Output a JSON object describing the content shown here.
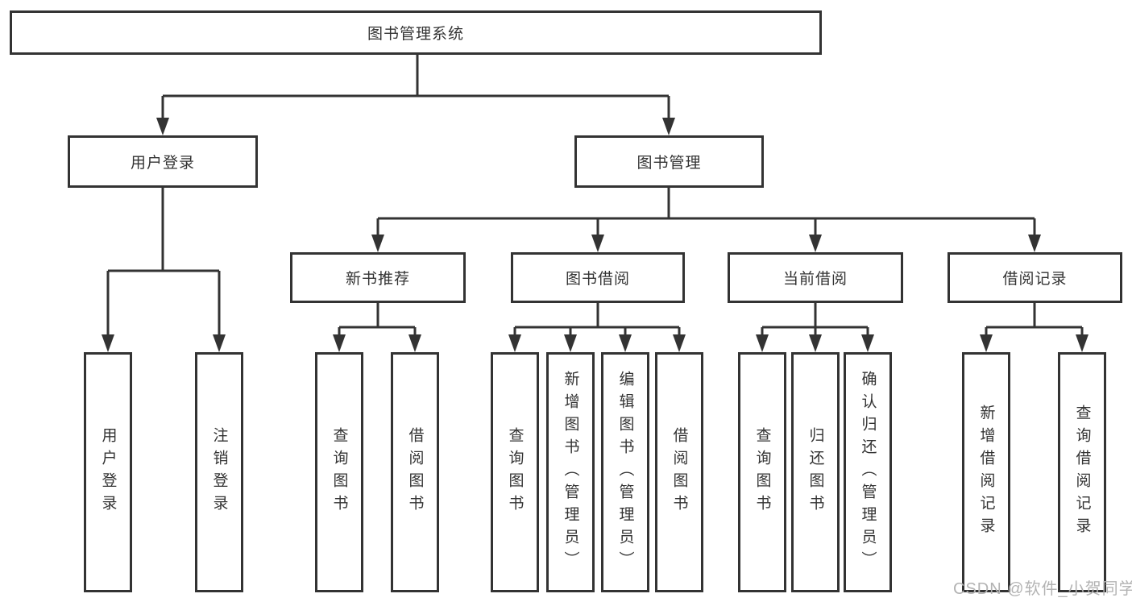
{
  "diagram_title": "图书管理系统",
  "tree": {
    "label": "图书管理系统",
    "children": [
      {
        "label": "用户登录",
        "children": [
          {
            "label": "用户登录"
          },
          {
            "label": "注销登录"
          }
        ]
      },
      {
        "label": "图书管理",
        "children": [
          {
            "label": "新书推荐",
            "children": [
              {
                "label": "查询图书"
              },
              {
                "label": "借阅图书"
              }
            ]
          },
          {
            "label": "图书借阅",
            "children": [
              {
                "label": "查询图书"
              },
              {
                "label": "新增图书（管理员）"
              },
              {
                "label": "编辑图书（管理员）"
              },
              {
                "label": "借阅图书"
              }
            ]
          },
          {
            "label": "当前借阅",
            "children": [
              {
                "label": "查询图书"
              },
              {
                "label": "归还图书"
              },
              {
                "label": "确认归还（管理员）"
              }
            ]
          },
          {
            "label": "借阅记录",
            "children": [
              {
                "label": "新增借阅记录"
              },
              {
                "label": "查询借阅记录"
              }
            ]
          }
        ]
      }
    ]
  },
  "watermark": {
    "text": "CSDN @软件_小贺同学",
    "color": "#b3b3b3"
  },
  "colors": {
    "line": "#333333",
    "box_border": "#333333",
    "box_fill": "#ffffff",
    "text": "#333333",
    "background": "#ffffff"
  }
}
